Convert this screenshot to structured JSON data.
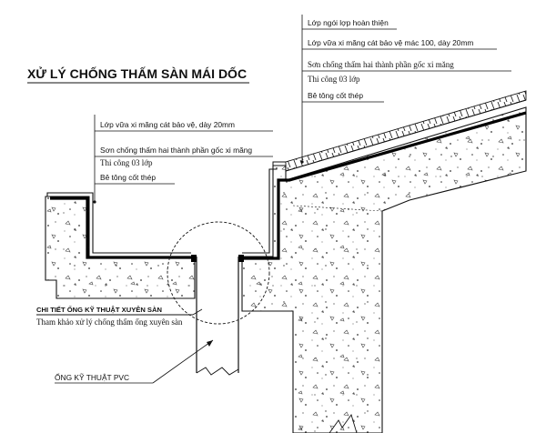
{
  "title": "XỬ LÝ CHỐNG THẤM SÀN MÁI DỐC",
  "left_notes": {
    "protective_mortar": "Lớp vữa xi măng cát bảo vệ, dày 20mm",
    "waterproof_coating": "Sơn chống thấm hai thành phần gốc xi măng",
    "coats": "Thi công 03 lớp",
    "concrete": "Bê tông cốt thép"
  },
  "right_notes": {
    "tile_layer": "Lớp ngói lợp hoàn thiện",
    "protective_mortar": "Lớp vữa xi măng cát bảo vệ mác 100, dày 20mm",
    "waterproof_coating": "Sơn chống thấm hai thành phần gốc xi măng",
    "coats": "Thi công 03 lớp",
    "concrete": "Bê tông cốt thép"
  },
  "pipe_detail": {
    "heading": "CHI TIẾT ỐNG KỸ THUẬT XUYÊN SÀN",
    "reference": "Tham khảo xử lý chống thấm ống xuyên sàn"
  },
  "pipe_label": "ỐNG KỸ THUẬT PVC"
}
